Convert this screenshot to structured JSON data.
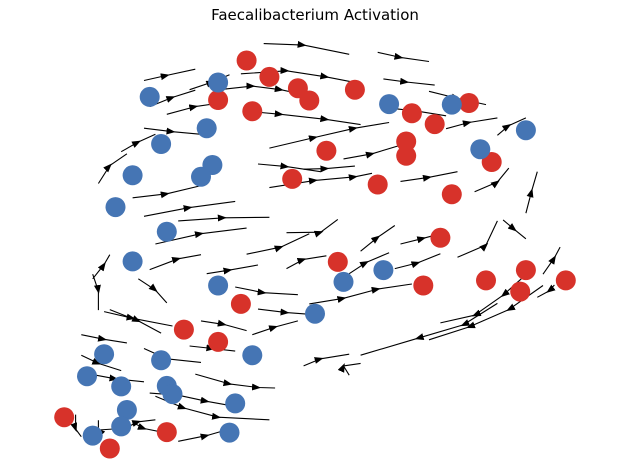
{
  "chart_data": {
    "type": "scatter",
    "title": "Faecalibacterium Activation",
    "xlabel": "",
    "ylabel": "",
    "axes_visible": false,
    "grid": false,
    "legend": "none",
    "overlay": "streamlines (black, with arrowheads)",
    "xlim": [
      0,
      100
    ],
    "ylim": [
      0,
      80
    ],
    "colors": {
      "red": "#d7322a",
      "blue": "#4575b4",
      "stream": "#000000"
    },
    "series": [
      {
        "color": "red",
        "points": [
          [
            38,
            76
          ],
          [
            42,
            72.8
          ],
          [
            47,
            70.6
          ],
          [
            49,
            68.2
          ],
          [
            33,
            68.3
          ],
          [
            39,
            66.1
          ],
          [
            57,
            70.3
          ],
          [
            67,
            65.7
          ],
          [
            71,
            63.6
          ],
          [
            77,
            67.7
          ],
          [
            66,
            57.4
          ],
          [
            66,
            60.2
          ],
          [
            52,
            58.4
          ],
          [
            46,
            52.9
          ],
          [
            61,
            51.8
          ],
          [
            74,
            49.9
          ],
          [
            81,
            56.2
          ],
          [
            72,
            41.4
          ],
          [
            54,
            36.7
          ],
          [
            69,
            32.1
          ],
          [
            80,
            33.1
          ],
          [
            87,
            35.1
          ],
          [
            94,
            33.1
          ],
          [
            86,
            30.9
          ],
          [
            37,
            28.5
          ],
          [
            27,
            23.5
          ],
          [
            33,
            21.1
          ],
          [
            6,
            6.4
          ],
          [
            14,
            0.3
          ],
          [
            24,
            3.5
          ]
        ]
      },
      {
        "color": "blue",
        "points": [
          [
            21,
            68.9
          ],
          [
            33,
            71.7
          ],
          [
            63,
            67.5
          ],
          [
            74,
            67.4
          ],
          [
            87,
            62.4
          ],
          [
            79,
            58.7
          ],
          [
            31,
            62.8
          ],
          [
            23,
            59.7
          ],
          [
            32,
            55.6
          ],
          [
            18,
            53.6
          ],
          [
            30,
            53.3
          ],
          [
            15,
            47.4
          ],
          [
            24,
            42.6
          ],
          [
            18,
            36.8
          ],
          [
            33,
            32.1
          ],
          [
            55,
            32.8
          ],
          [
            62,
            35.1
          ],
          [
            50,
            26.6
          ],
          [
            39,
            18.5
          ],
          [
            13,
            18.7
          ],
          [
            23,
            17.5
          ],
          [
            10,
            14.4
          ],
          [
            16,
            12.4
          ],
          [
            24,
            12.5
          ],
          [
            25,
            10.9
          ],
          [
            36,
            9.1
          ],
          [
            35,
            3.4
          ],
          [
            17,
            7.8
          ],
          [
            16,
            4.6
          ],
          [
            11,
            2.8
          ]
        ]
      }
    ],
    "streamlines": [
      [
        [
          21,
          67
        ],
        [
          25,
          68.8
        ],
        [
          29,
          70.2
        ]
      ],
      [
        [
          28,
          70.3
        ],
        [
          32,
          71.8
        ],
        [
          35,
          73.2
        ]
      ],
      [
        [
          37,
          73.4
        ],
        [
          45,
          74
        ],
        [
          52,
          72.8
        ],
        [
          58,
          71.5
        ]
      ],
      [
        [
          34,
          70.4
        ],
        [
          39,
          71
        ],
        [
          44,
          70.3
        ],
        [
          49,
          69.1
        ]
      ],
      [
        [
          24,
          65.5
        ],
        [
          29,
          67
        ],
        [
          34,
          67.8
        ]
      ],
      [
        [
          38,
          66.1
        ],
        [
          44,
          65.5
        ],
        [
          52,
          64.5
        ],
        [
          58,
          63.5
        ]
      ],
      [
        [
          20,
          62.8
        ],
        [
          25,
          62.1
        ],
        [
          31,
          61.5
        ]
      ],
      [
        [
          42,
          58.9
        ],
        [
          50,
          61
        ],
        [
          57,
          62.8
        ],
        [
          63,
          63.9
        ]
      ],
      [
        [
          62,
          72.4
        ],
        [
          66,
          71.8
        ],
        [
          71,
          71.2
        ]
      ],
      [
        [
          64,
          66.6
        ],
        [
          68,
          66.1
        ],
        [
          73,
          65.2
        ]
      ],
      [
        [
          70,
          70
        ],
        [
          75,
          68.6
        ],
        [
          80,
          67.4
        ]
      ],
      [
        [
          73,
          62.7
        ],
        [
          77,
          63.9
        ],
        [
          82,
          64.8
        ]
      ],
      [
        [
          82,
          61.4
        ],
        [
          84,
          63.3
        ],
        [
          87,
          64.8
        ]
      ],
      [
        [
          55,
          56.8
        ],
        [
          60,
          57.8
        ],
        [
          66,
          59.8
        ]
      ],
      [
        [
          48,
          54.8
        ],
        [
          52,
          54.9
        ],
        [
          57,
          55.4
        ]
      ],
      [
        [
          40,
          55.8
        ],
        [
          45,
          55.3
        ],
        [
          51,
          54.3
        ]
      ],
      [
        [
          42,
          51.2
        ],
        [
          50,
          52.6
        ],
        [
          57,
          53.3
        ],
        [
          60,
          54
        ]
      ],
      [
        [
          65,
          52.4
        ],
        [
          70,
          53.2
        ],
        [
          75,
          54.3
        ]
      ],
      [
        [
          78,
          50.4
        ],
        [
          82,
          52.3
        ],
        [
          84,
          55
        ]
      ],
      [
        [
          87,
          46.2
        ],
        [
          88,
          50.5
        ],
        [
          89,
          54.3
        ]
      ],
      [
        [
          18,
          49.2
        ],
        [
          24,
          50
        ],
        [
          30,
          51.6
        ]
      ],
      [
        [
          20,
          45.6
        ],
        [
          28,
          47.3
        ],
        [
          36,
          48.5
        ]
      ],
      [
        [
          26,
          44.7
        ],
        [
          34,
          45.3
        ],
        [
          42,
          45.4
        ]
      ],
      [
        [
          22,
          40.2
        ],
        [
          30,
          42.2
        ],
        [
          38,
          43.3
        ]
      ],
      [
        [
          45,
          42.4
        ],
        [
          51,
          42.5
        ],
        [
          54,
          45
        ]
      ],
      [
        [
          38,
          38.2
        ],
        [
          44,
          39.6
        ],
        [
          49,
          42.2
        ]
      ],
      [
        [
          58,
          38.8
        ],
        [
          61,
          41.5
        ],
        [
          64,
          43.8
        ]
      ],
      [
        [
          65,
          40.2
        ],
        [
          69,
          41.3
        ],
        [
          73,
          42.5
        ]
      ],
      [
        [
          75,
          37.6
        ],
        [
          80,
          40
        ],
        [
          82,
          44.7
        ]
      ],
      [
        [
          83,
          44.9
        ],
        [
          85,
          43
        ],
        [
          87,
          41.2
        ]
      ],
      [
        [
          90,
          34.3
        ],
        [
          92,
          37.5
        ],
        [
          93,
          39.6
        ]
      ],
      [
        [
          92,
          32.2
        ],
        [
          91,
          31
        ],
        [
          89,
          29.8
        ]
      ],
      [
        [
          64,
          35.4
        ],
        [
          68,
          36.5
        ],
        [
          72,
          38.3
        ]
      ],
      [
        [
          56,
          34.4
        ],
        [
          59,
          36.6
        ],
        [
          63,
          38.5
        ]
      ],
      [
        [
          45,
          35.4
        ],
        [
          48,
          37.2
        ],
        [
          52,
          37.9
        ]
      ],
      [
        [
          31,
          34.4
        ],
        [
          35,
          35.1
        ],
        [
          40,
          36.1
        ]
      ],
      [
        [
          21,
          35.2
        ],
        [
          26,
          37.3
        ],
        [
          30,
          38.1
        ]
      ],
      [
        [
          11,
          33.4
        ],
        [
          13,
          36.2
        ],
        [
          14,
          38.1
        ]
      ],
      [
        [
          19,
          33.4
        ],
        [
          22,
          31.2
        ],
        [
          24,
          28.7
        ]
      ],
      [
        [
          14,
          27.4
        ],
        [
          19,
          25.2
        ],
        [
          23,
          22.8
        ]
      ],
      [
        [
          36,
          31.8
        ],
        [
          41,
          30.7
        ],
        [
          47,
          30.3
        ]
      ],
      [
        [
          49,
          28.5
        ],
        [
          55,
          29.6
        ],
        [
          61,
          31.4
        ],
        [
          67,
          32.4
        ]
      ],
      [
        [
          87,
          34.2
        ],
        [
          83,
          30.2
        ],
        [
          78,
          26.3
        ],
        [
          72,
          24.8
        ]
      ],
      [
        [
          82,
          28.6
        ],
        [
          76,
          24.4
        ],
        [
          68,
          21.8
        ],
        [
          58,
          18.5
        ]
      ],
      [
        [
          90,
          32.1
        ],
        [
          84,
          27.4
        ],
        [
          77,
          24
        ],
        [
          70,
          21.5
        ]
      ],
      [
        [
          40,
          27.5
        ],
        [
          45,
          26.8
        ],
        [
          50,
          26.4
        ]
      ],
      [
        [
          39,
          22.5
        ],
        [
          43,
          24
        ],
        [
          47,
          25.2
        ]
      ],
      [
        [
          30,
          25.2
        ],
        [
          34,
          24.5
        ],
        [
          38,
          23.3
        ]
      ],
      [
        [
          28,
          20.3
        ],
        [
          32,
          19.8
        ],
        [
          36,
          19.3
        ]
      ],
      [
        [
          13,
          27
        ],
        [
          18,
          25.7
        ],
        [
          25,
          24.2
        ]
      ],
      [
        [
          9,
          22.5
        ],
        [
          13,
          21.6
        ],
        [
          17,
          20.9
        ]
      ],
      [
        [
          9,
          18.5
        ],
        [
          12,
          16.9
        ],
        [
          16,
          15.5
        ]
      ],
      [
        [
          10,
          14.9
        ],
        [
          15,
          13.9
        ],
        [
          20,
          13.3
        ]
      ],
      [
        [
          20,
          19.8
        ],
        [
          24,
          17.8
        ],
        [
          30,
          17.1
        ]
      ],
      [
        [
          21,
          11.1
        ],
        [
          26,
          10.7
        ],
        [
          31,
          9.5
        ],
        [
          36,
          8.5
        ]
      ],
      [
        [
          22,
          10.5
        ],
        [
          27,
          8.2
        ],
        [
          33,
          6.4
        ],
        [
          42,
          5.9
        ]
      ],
      [
        [
          29,
          14.8
        ],
        [
          35,
          12.9
        ],
        [
          40,
          12.2
        ],
        [
          43,
          12.1
        ]
      ],
      [
        [
          48,
          16.4
        ],
        [
          51,
          17.8
        ],
        [
          56,
          18.7
        ]
      ],
      [
        [
          56,
          14.6
        ],
        [
          55,
          16.4
        ],
        [
          58,
          16.9
        ]
      ],
      [
        [
          8,
          6.9
        ],
        [
          8,
          4.1
        ],
        [
          9,
          2.6
        ]
      ],
      [
        [
          16,
          4.2
        ],
        [
          12,
          3.9
        ],
        [
          12,
          5.8
        ]
      ],
      [
        [
          16,
          3.9
        ],
        [
          19,
          5.5
        ],
        [
          22,
          5.9
        ]
      ],
      [
        [
          18,
          5.4
        ],
        [
          20,
          4.2
        ],
        [
          24,
          3.3
        ]
      ],
      [
        [
          26,
          1.7
        ],
        [
          31,
          2.8
        ],
        [
          36,
          4.4
        ]
      ],
      [
        [
          12,
          52
        ],
        [
          14,
          55.5
        ],
        [
          17,
          57.8
        ]
      ],
      [
        [
          16,
          58.2
        ],
        [
          19,
          60.1
        ],
        [
          22,
          61.6
        ]
      ],
      [
        [
          20,
          72.1
        ],
        [
          24,
          73.1
        ],
        [
          29,
          74.3
        ]
      ],
      [
        [
          11,
          34.3
        ],
        [
          12,
          31
        ],
        [
          12,
          27.3
        ]
      ],
      [
        [
          41,
          79.3
        ],
        [
          48,
          79
        ],
        [
          56,
          77.2
        ]
      ],
      [
        [
          61,
          77.6
        ],
        [
          65,
          76.6
        ],
        [
          70,
          75.8
        ]
      ]
    ]
  }
}
